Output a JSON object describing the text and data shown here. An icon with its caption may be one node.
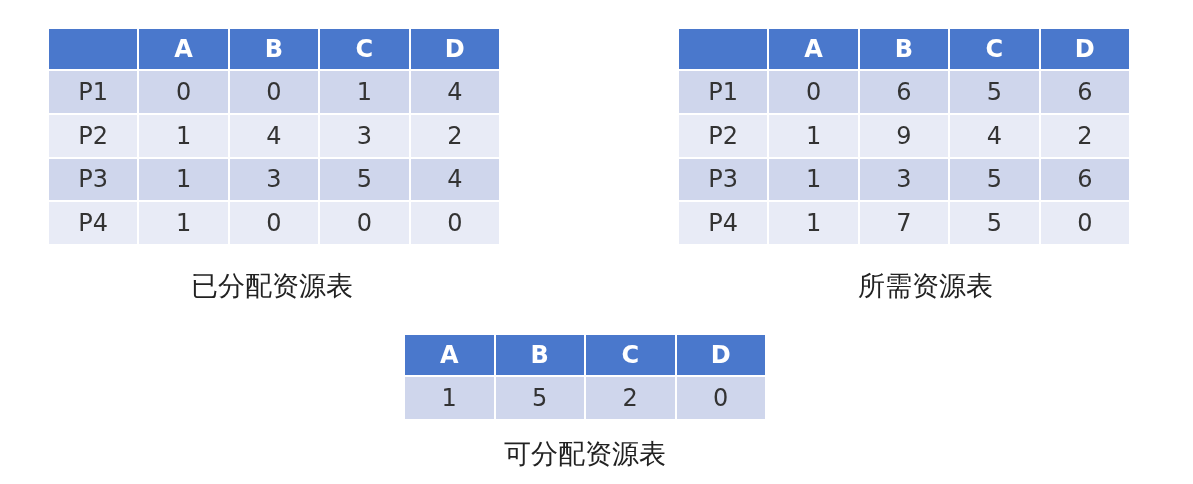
{
  "diagram": {
    "labels": [
      "A",
      "B",
      "C",
      "D",
      "P1",
      "0",
      "0",
      "1",
      "4",
      "P2",
      "1",
      "4",
      "3",
      "2",
      "P3",
      "1",
      "3",
      "5",
      "4",
      "P4",
      "1",
      "0",
      "0",
      "0",
      "已分配资源表",
      "A",
      "B",
      "C",
      "D",
      "P1",
      "0",
      "6",
      "5",
      "6",
      "P2",
      "1",
      "9",
      "4",
      "2",
      "P3",
      "1",
      "3",
      "5",
      "6",
      "P4",
      "1",
      "7",
      "5",
      "0",
      "所需资源表",
      "A",
      "B",
      "C",
      "D",
      "1",
      "5",
      "2",
      "0",
      "可分配资源表"
    ]
  }
}
